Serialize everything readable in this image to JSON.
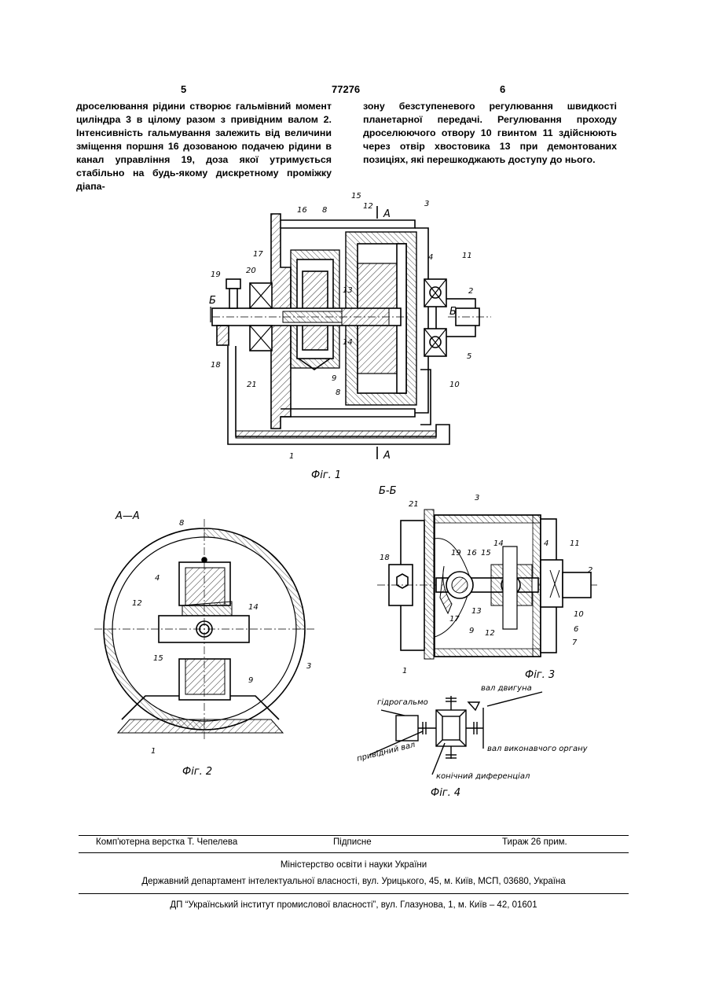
{
  "header": {
    "page_left": "5",
    "patent_number": "77276",
    "page_right": "6"
  },
  "text": {
    "left_column": "дроселювання рідини створює гальмівний момент циліндра 3 в цілому разом з привідним валом 2. Інтенсивність гальмування залежить від величини зміщення поршня 16 дозованою подачею рідини в канал управління 19, доза якої утримується стабільно на будь-якому дискретному проміжку діапа-",
    "right_column": "зону безступеневого регулювання швидкості планетарної передачі. Регулювання проходу дроселюючого отвору 10 гвинтом 11 здійснюють через отвір хвостовика 13 при демонтованих позиціях, які перешкоджають доступу до нього."
  },
  "figures": {
    "fig1": {
      "caption": "Фіг. 1",
      "section_mark": "А",
      "section_mark_b": "Б",
      "callouts": [
        "16",
        "8",
        "15",
        "12",
        "3",
        "4",
        "11",
        "17",
        "20",
        "19",
        "13",
        "2",
        "14",
        "5",
        "18",
        "21",
        "9",
        "10",
        "8",
        "1"
      ]
    },
    "fig2": {
      "title": "А—А",
      "caption": "Фіг. 2",
      "callouts": [
        "8",
        "4",
        "12",
        "14",
        "15",
        "9",
        "3",
        "1"
      ]
    },
    "fig3": {
      "title": "Б-Б",
      "caption": "Фіг. 3",
      "callouts": [
        "21",
        "3",
        "18",
        "14",
        "4",
        "11",
        "19",
        "16",
        "15",
        "2",
        "13",
        "10",
        "17",
        "9",
        "12",
        "6",
        "7",
        "1"
      ]
    },
    "fig4": {
      "caption": "Фіг. 4",
      "labels": {
        "brake": "гідрогальмо",
        "motor_shaft": "вал двигуна",
        "drive_shaft": "привідний вал",
        "output_shaft": "вал виконавчого органу",
        "differential": "конічний диференціал"
      }
    }
  },
  "footer": {
    "layout": "Комп'ютерна верстка Т. Чепелева",
    "signed": "Підписне",
    "circulation": "Тираж 26 прим.",
    "ministry": "Міністерство освіти і науки України",
    "department": "Державний департамент інтелектуальної власності, вул. Урицького, 45, м. Київ, МСП, 03680, Україна",
    "institute": "ДП “Український інститут промислової власності”, вул. Глазунова, 1, м. Київ – 42, 01601"
  }
}
